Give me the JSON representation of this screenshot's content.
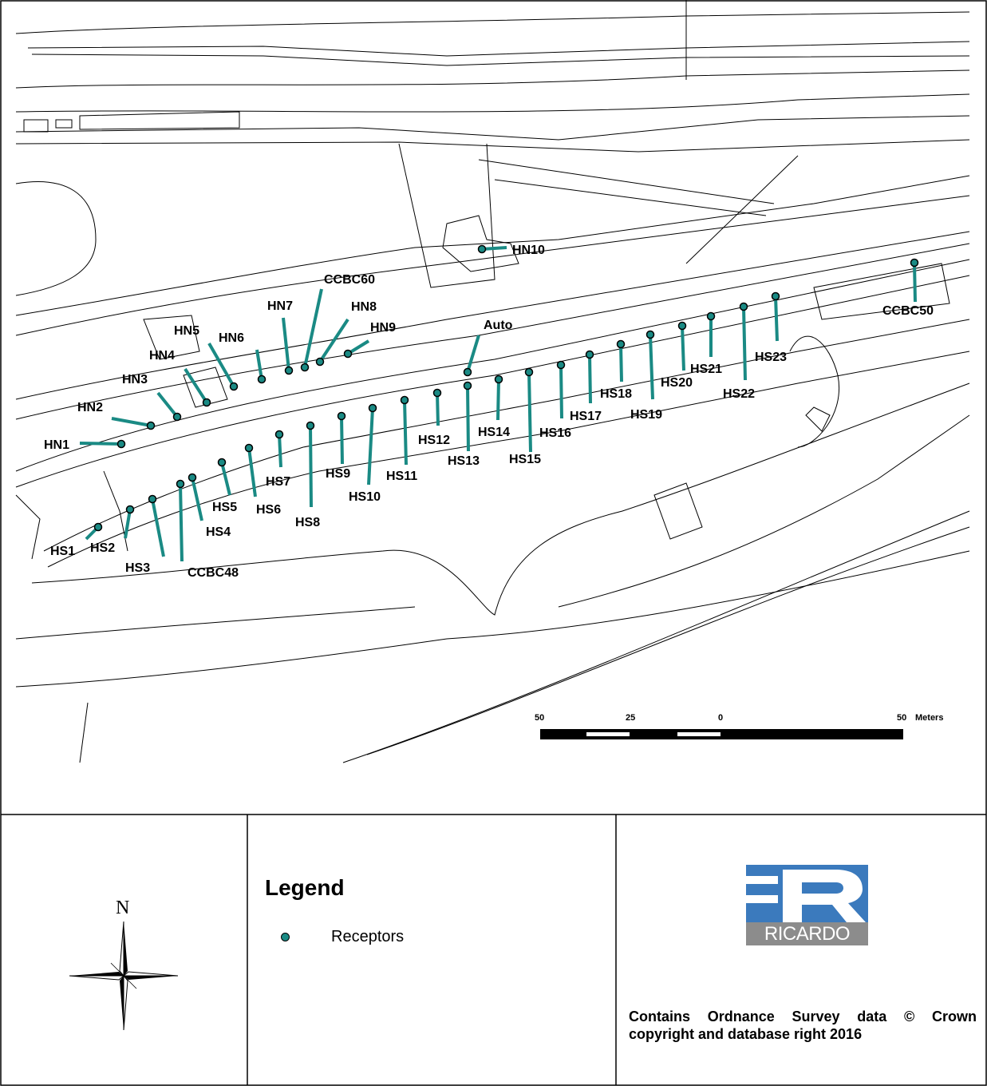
{
  "map": {
    "receptors": [
      {
        "id": "HN1",
        "label": "HN1"
      },
      {
        "id": "HN2",
        "label": "HN2"
      },
      {
        "id": "HN3",
        "label": "HN3"
      },
      {
        "id": "HN4",
        "label": "HN4"
      },
      {
        "id": "HN5",
        "label": "HN5"
      },
      {
        "id": "HN6",
        "label": "HN6"
      },
      {
        "id": "HN7",
        "label": "HN7"
      },
      {
        "id": "CCBC60",
        "label": "CCBC60"
      },
      {
        "id": "HN8",
        "label": "HN8"
      },
      {
        "id": "HN9",
        "label": "HN9"
      },
      {
        "id": "HN10",
        "label": "HN10"
      },
      {
        "id": "Auto",
        "label": "Auto"
      },
      {
        "id": "HS1",
        "label": "HS1"
      },
      {
        "id": "HS2",
        "label": "HS2"
      },
      {
        "id": "HS3",
        "label": "HS3"
      },
      {
        "id": "CCBC48",
        "label": "CCBC48"
      },
      {
        "id": "HS4",
        "label": "HS4"
      },
      {
        "id": "HS5",
        "label": "HS5"
      },
      {
        "id": "HS6",
        "label": "HS6"
      },
      {
        "id": "HS7",
        "label": "HS7"
      },
      {
        "id": "HS8",
        "label": "HS8"
      },
      {
        "id": "HS9",
        "label": "HS9"
      },
      {
        "id": "HS10",
        "label": "HS10"
      },
      {
        "id": "HS11",
        "label": "HS11"
      },
      {
        "id": "HS12",
        "label": "HS12"
      },
      {
        "id": "HS13",
        "label": "HS13"
      },
      {
        "id": "HS14",
        "label": "HS14"
      },
      {
        "id": "HS15",
        "label": "HS15"
      },
      {
        "id": "HS16",
        "label": "HS16"
      },
      {
        "id": "HS17",
        "label": "HS17"
      },
      {
        "id": "HS18",
        "label": "HS18"
      },
      {
        "id": "HS19",
        "label": "HS19"
      },
      {
        "id": "HS20",
        "label": "HS20"
      },
      {
        "id": "HS21",
        "label": "HS21"
      },
      {
        "id": "HS22",
        "label": "HS22"
      },
      {
        "id": "HS23",
        "label": "HS23"
      },
      {
        "id": "CCBC50",
        "label": "CCBC50"
      }
    ],
    "scale_bar": {
      "labels": [
        "50",
        "25",
        "0",
        "50"
      ],
      "unit": "Meters"
    },
    "colors": {
      "receptor": "#1a8a84",
      "outline": "#000000",
      "logo_blue": "#3b7abd",
      "logo_grey": "#8c8c8c"
    }
  },
  "north_arrow": {
    "label": "N",
    "icon": "compass-rose-icon"
  },
  "legend": {
    "title": "Legend",
    "items": [
      {
        "label": "Receptors",
        "icon": "receptor-dot-icon"
      }
    ]
  },
  "logo": {
    "text": "RICARDO",
    "icon": "ricardo-r-logo"
  },
  "credit": "Contains Ordnance Survey data © Crown copyright and database right 2016"
}
